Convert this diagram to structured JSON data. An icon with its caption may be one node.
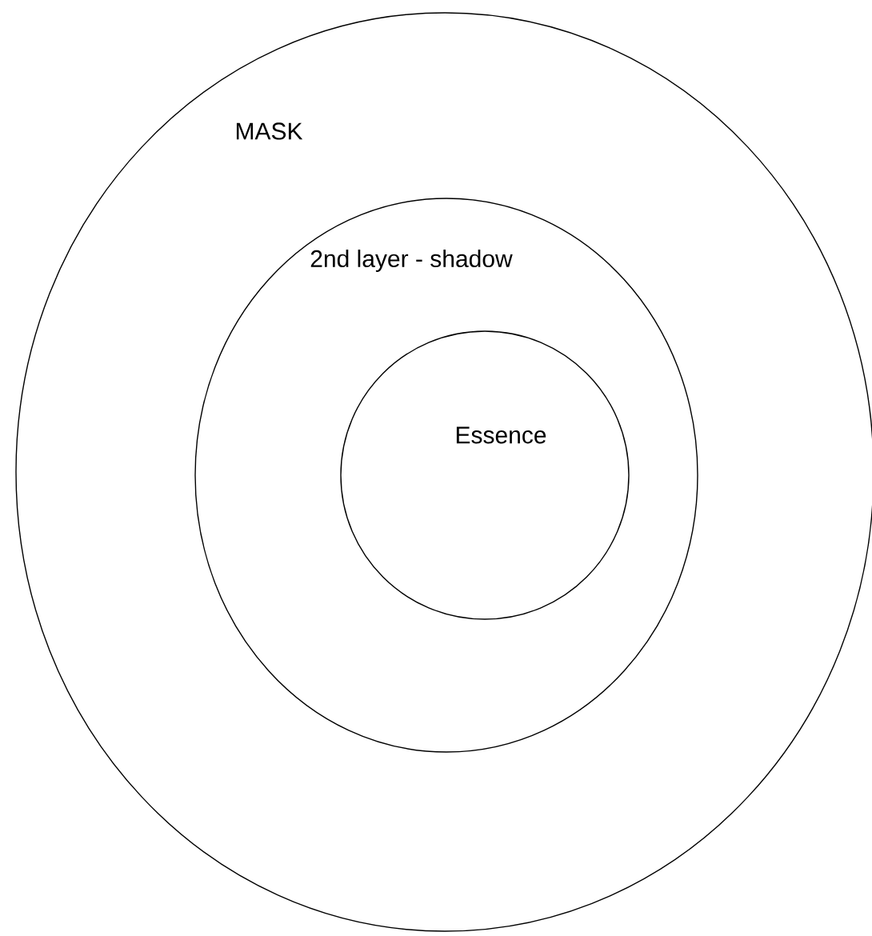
{
  "diagram": {
    "nodes": [
      {
        "text": [
          "MASK"
        ]
      },
      {
        "text": [
          "2nd layer - shadow"
        ],
        "in": 0
      },
      {
        "text": [
          "Essence"
        ],
        "in": 1
      }
    ]
  }
}
